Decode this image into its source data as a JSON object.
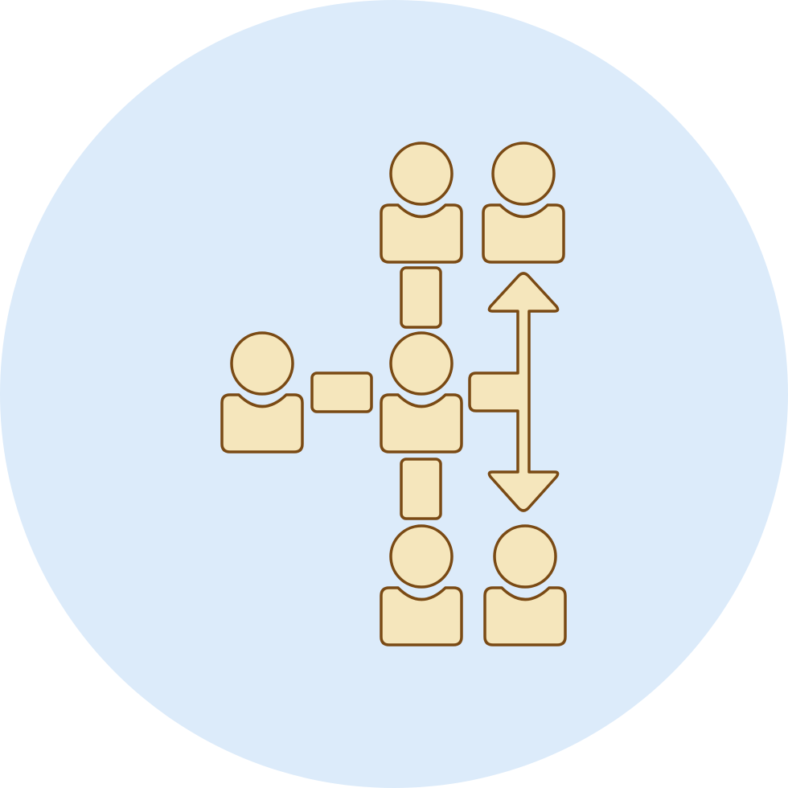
{
  "icon": {
    "name": "organization-hierarchy-icon",
    "colors": {
      "background_circle": "#DCEBFA",
      "fill": "#F5E6BC",
      "stroke": "#7A4A14"
    },
    "people_count": 6,
    "connectors": [
      "horizontal-link",
      "vertical-link-top",
      "vertical-link-bottom",
      "branch-connector"
    ],
    "arrow": "double-headed-vertical-arrow"
  }
}
